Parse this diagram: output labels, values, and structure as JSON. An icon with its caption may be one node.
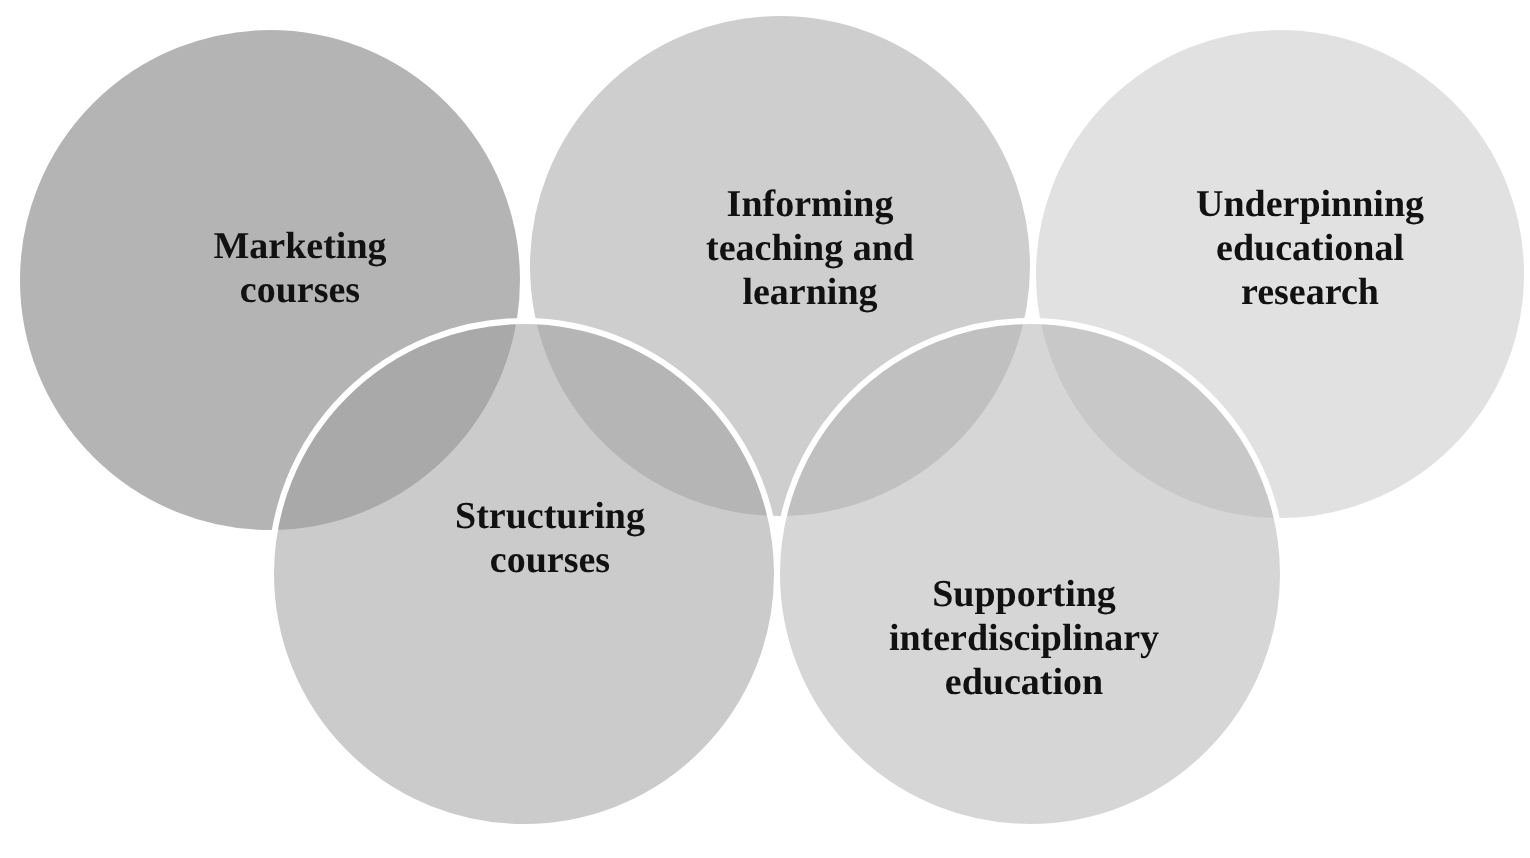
{
  "diagram": {
    "nodes": [
      {
        "text": [
          "Marketing courses"
        ]
      },
      {
        "text": [
          "Informing teaching and learning"
        ]
      },
      {
        "text": [
          "Underpinning educational research"
        ]
      },
      {
        "text": [
          "Structuring courses"
        ]
      },
      {
        "text": [
          "Supporting interdisciplinary education"
        ]
      }
    ]
  }
}
